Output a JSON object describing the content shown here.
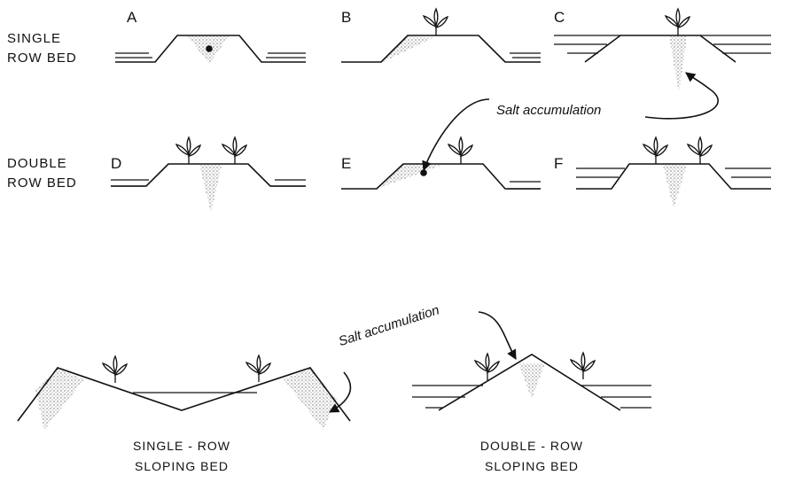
{
  "row_labels": {
    "single": [
      "SINGLE",
      "ROW  BED"
    ],
    "double": [
      "DOUBLE",
      "ROW  BED"
    ]
  },
  "panels": [
    "A",
    "B",
    "C",
    "D",
    "E",
    "F"
  ],
  "annotations": {
    "salt_top": "Salt accumulation",
    "salt_bottom": "Salt accumulation"
  },
  "captions": {
    "single_sloping": [
      "SINGLE - ROW",
      "SLOPING BED"
    ],
    "double_sloping": [
      "DOUBLE - ROW",
      "SLOPING BED"
    ]
  }
}
